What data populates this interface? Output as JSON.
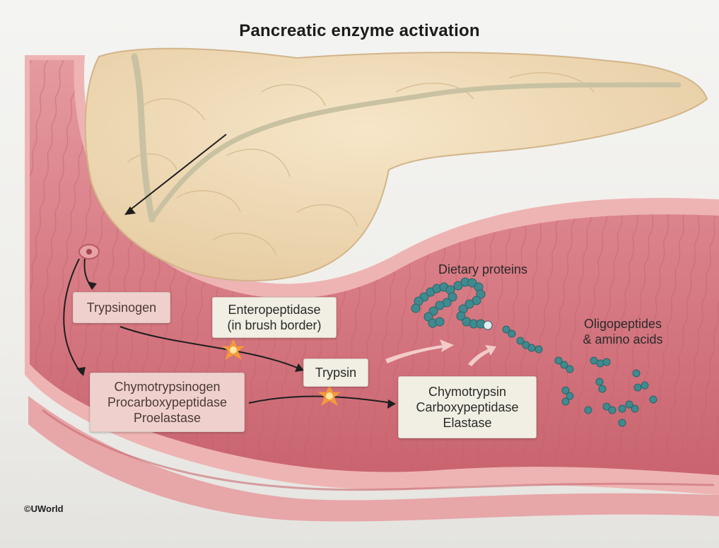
{
  "title": "Pancreatic enzyme activation",
  "labels": {
    "trypsinogen": "Trypsinogen",
    "enteropeptidase": [
      "Enteropeptidase",
      "(in brush border)"
    ],
    "trypsin": "Trypsin",
    "zymogens": [
      "Chymotrypsinogen",
      "Procarboxypeptidase",
      "Proelastase"
    ],
    "active_enzymes": [
      "Chymotrypsin",
      "Carboxypeptidase",
      "Elastase"
    ],
    "dietary_proteins": "Dietary proteins",
    "oligopeptides": [
      "Oligopeptides",
      "& amino acids"
    ]
  },
  "copyright": "©UWorld",
  "colors": {
    "intestine": "#e08d92",
    "intestine_dark": "#c96a72",
    "pancreas": "#efd9b6",
    "duct": "#c9c2a2",
    "zymogen_box": "#efd0cc",
    "active_box": "#f1efe3",
    "amino_acid": "#3f8a8f",
    "activation_burst": "#f59a3a"
  }
}
